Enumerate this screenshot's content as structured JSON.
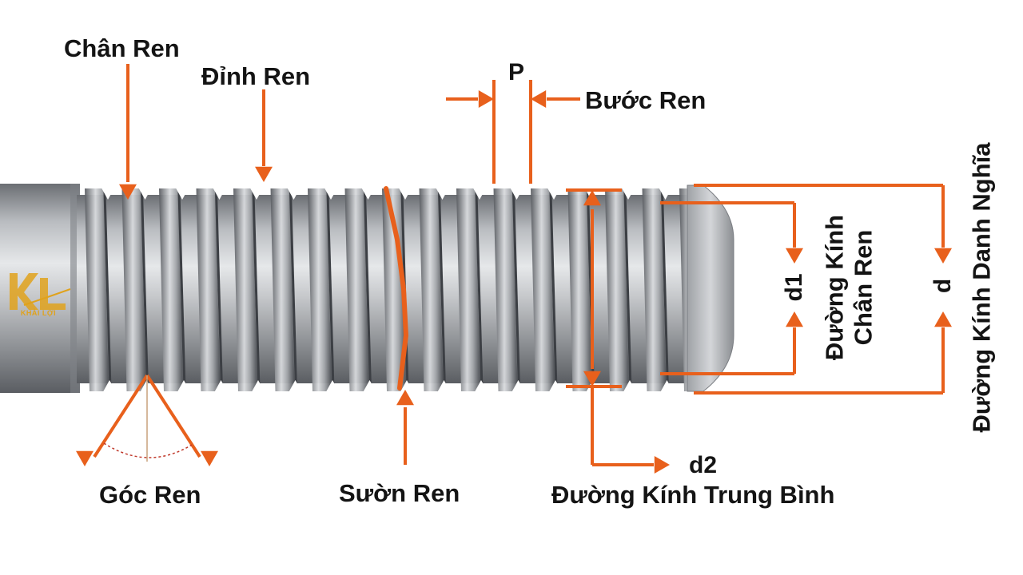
{
  "labels": {
    "chan_ren": "Chân Ren",
    "dinh_ren": "Đỉnh Ren",
    "p": "P",
    "buoc_ren": "Bước Ren",
    "goc_ren": "Góc Ren",
    "suon_ren": "Sườn Ren",
    "d2": "d2",
    "duong_kinh_trung_binh": "Đường Kính Trung Bình",
    "d1": "d1",
    "duong_kinh": "Đường Kính",
    "chan_ren_2": "Chân Ren",
    "d": "d",
    "duong_kinh_danh_nghia": "Đường Kính Danh Nghĩa"
  },
  "logo": {
    "text": "KHẢI LỢI"
  },
  "colors": {
    "accent": "#e8601c",
    "text": "#141414",
    "metal_dark": "#4a4d52",
    "metal_light": "#d6d8db",
    "logo": "#e0a21c"
  }
}
